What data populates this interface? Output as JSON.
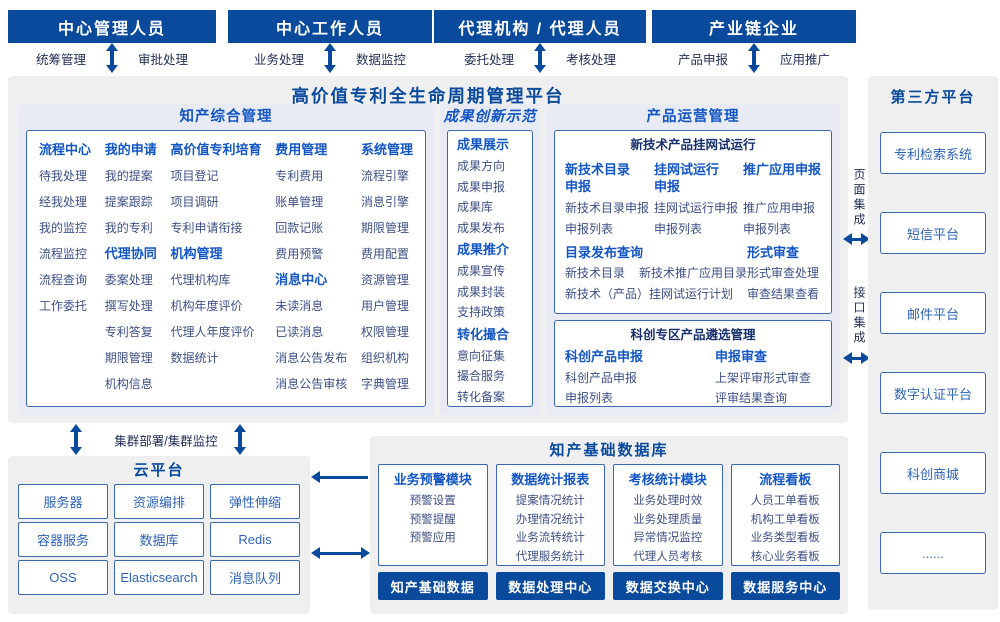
{
  "colors": {
    "primary_blue": "#0a4a9d",
    "bright_blue": "#1356c4",
    "item_text": "#3d5086",
    "panel_gray": "#efefef",
    "section_lavender": "#e8ebf4"
  },
  "top_groups": [
    {
      "title": "中心管理人员",
      "left_label": "统筹管理",
      "right_label": "审批处理"
    },
    {
      "title": "中心工作人员",
      "left_label": "业务处理",
      "right_label": "数据监控"
    },
    {
      "title": "代理机构 / 代理人员",
      "left_label": "委托处理",
      "right_label": "考核处理"
    },
    {
      "title": "产业链企业",
      "left_label": "产品申报",
      "right_label": "应用推广"
    }
  ],
  "main_title": "高价值专利全生命周期管理平台",
  "ip": {
    "title": "知产综合管理",
    "groups": {
      "process_center": {
        "title": "流程中心",
        "items": [
          "待我处理",
          "经我处理",
          "我的监控",
          "流程监控",
          "流程查询",
          "工作委托"
        ]
      },
      "my_application": {
        "title": "我的申请",
        "items": [
          "我的提案",
          "提案跟踪",
          "我的专利"
        ]
      },
      "agency_collab": {
        "title": "代理协同",
        "items": [
          "委案处理",
          "撰写处理",
          "专利答复",
          "期限管理",
          "机构信息"
        ]
      },
      "hv_cultivation": {
        "title": "高价值专利培育",
        "items": [
          "项目登记",
          "项目调研",
          "专利申请衔接"
        ]
      },
      "org_mgmt": {
        "title": "机构管理",
        "items": [
          "代理机构库",
          "机构年度评价",
          "代理人年度评价",
          "数据统计"
        ]
      },
      "fee_mgmt": {
        "title": "费用管理",
        "items": [
          "专利费用",
          "账单管理",
          "回款记账",
          "费用预警"
        ]
      },
      "msg_center": {
        "title": "消息中心",
        "items": [
          "未读消息",
          "已读消息",
          "消息公告发布",
          "消息公告审核"
        ]
      },
      "sys_mgmt": {
        "title": "系统管理",
        "items": [
          "流程引擎",
          "消息引擎",
          "期限管理",
          "费用配置",
          "资源管理",
          "用户管理",
          "权限管理",
          "组织机构",
          "字典管理"
        ]
      }
    }
  },
  "ach": {
    "title": "成果创新示范",
    "groups": [
      {
        "title": "成果展示",
        "items": [
          "成果方向",
          "成果申报",
          "成果库",
          "成果发布"
        ]
      },
      {
        "title": "成果推介",
        "items": [
          "成果宣传",
          "成果封装",
          "支持政策"
        ]
      },
      {
        "title": "转化撮合",
        "items": [
          "意向征集",
          "撮合服务",
          "转化备案"
        ]
      }
    ]
  },
  "ops": {
    "title": "产品运营管理",
    "trial": {
      "title": "新技术产品挂网试运行",
      "groups": [
        {
          "title": "新技术目录\n申报",
          "items": [
            "新技术目录申报",
            "申报列表"
          ]
        },
        {
          "title": "挂网试运行\n申报",
          "items": [
            "挂网试运行申报",
            "申报列表"
          ]
        },
        {
          "title": "推广应用申报",
          "items": [
            "推广应用申报",
            "申报列表"
          ]
        }
      ],
      "catalog": {
        "title": "目录发布查询",
        "row1": [
          "新技术目录",
          "新技术推广应用目录"
        ],
        "row2": "新技术（产品）挂网试运行计划"
      },
      "review": {
        "title": "形式审查",
        "items": [
          "形式审查处理",
          "审查结果查看"
        ]
      }
    },
    "selection": {
      "title": "科创专区产品遴选管理",
      "groups": [
        {
          "title": "科创产品申报",
          "items": [
            "科创产品申报",
            "申报列表"
          ]
        },
        {
          "title": "申报审查",
          "items": [
            "上架评审形式审查",
            "评审结果查询"
          ]
        }
      ]
    }
  },
  "cluster_label": "集群部署/集群监控",
  "cloud": {
    "title": "云平台",
    "items": [
      "服务器",
      "资源编排",
      "弹性伸缩",
      "容器服务",
      "数据库",
      "Redis",
      "OSS",
      "Elasticsearch",
      "消息队列"
    ]
  },
  "db": {
    "title": "知产基础数据库",
    "modules": [
      {
        "title": "业务预警模块",
        "items": [
          "预警设置",
          "预警提醒",
          "预警应用"
        ]
      },
      {
        "title": "数据统计报表",
        "items": [
          "提案情况统计",
          "办理情况统计",
          "业务流转统计",
          "代理服务统计"
        ]
      },
      {
        "title": "考核统计模块",
        "items": [
          "业务处理时效",
          "业务处理质量",
          "异常情况监控",
          "代理人员考核"
        ]
      },
      {
        "title": "流程看板",
        "items": [
          "人员工单看板",
          "机构工单看板",
          "业务类型看板",
          "核心业务看板"
        ]
      }
    ],
    "data_centers": [
      "知产基础数据",
      "数据处理中心",
      "数据交换中心",
      "数据服务中心"
    ]
  },
  "third_party": {
    "title": "第三方平台",
    "items": [
      "专利检索系统",
      "短信平台",
      "邮件平台",
      "数字认证平台",
      "科创商城",
      "......"
    ]
  },
  "integration": {
    "page": "页面集成",
    "interface": "接口集成"
  }
}
